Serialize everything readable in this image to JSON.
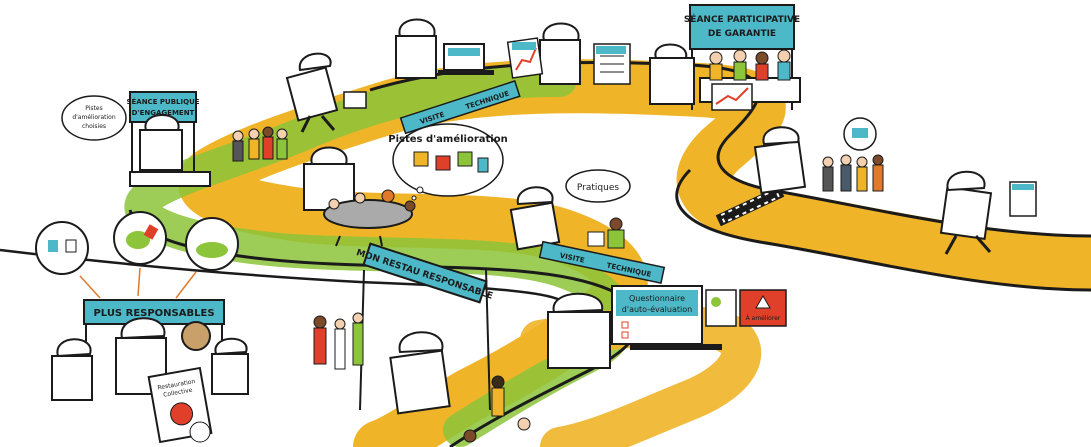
{
  "signs": {
    "seance_garantie_line1": "SÉANCE PARTICIPATIVE",
    "seance_garantie_line2": "DE GARANTIE",
    "seance_publique_line1": "SÉANCE PUBLIQUE",
    "seance_publique_line2": "D'ENGAGEMENT",
    "plus_responsables": "PLUS RESPONSABLES",
    "mon_restau": "MON RESTAU RESPONSABLE"
  },
  "bubbles": {
    "pistes_choisies_line1": "Pistes",
    "pistes_choisies_line2": "d'amélioration",
    "pistes_choisies_line3": "choisies",
    "pistes_amelioration": "Pistes d'amélioration",
    "pratiques": "Pratiques"
  },
  "ribbons": {
    "visite_upper_a": "VISITE",
    "visite_upper_b": "TECHNIQUE",
    "visite_lower_a": "VISITE",
    "visite_lower_b": "TECHNIQUE"
  },
  "boards": {
    "questionnaire_line1": "Questionnaire",
    "questionnaire_line2": "d'auto-évaluation",
    "restauration_line1": "Restauration",
    "restauration_line2": "Collective",
    "a_ameliorer": "À améliorer"
  },
  "colors": {
    "path_yellow": "#f0b428",
    "path_green": "#8cc43a",
    "sign_teal": "#4db8c8",
    "outline": "#1b1b1b",
    "alert_red": "#e0402a"
  }
}
